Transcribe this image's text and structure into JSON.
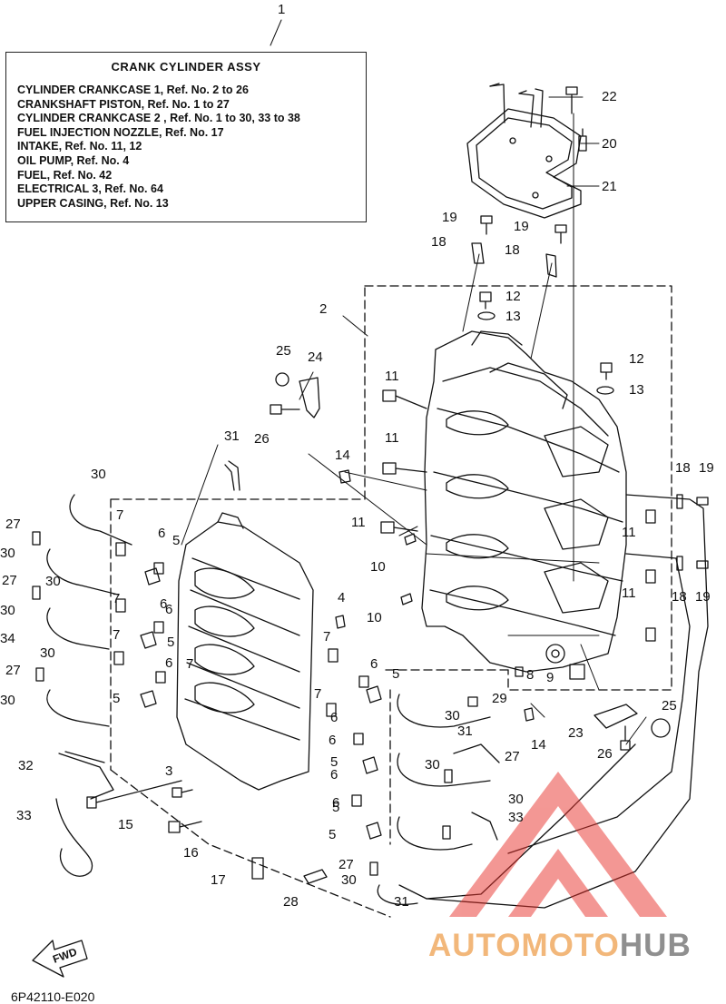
{
  "info_box": {
    "title": "CRANK CYLINDER ASSY",
    "lines": [
      "CYLINDER CRANKCASE 1,   Ref. No. 2 to 26",
      "CRANKSHAFT PISTON,   Ref. No. 1 to 27",
      "CYLINDER CRANKCASE 2 ,  Ref. No. 1 to 30, 33 to 38",
      "FUEL INJECTION NOZZLE,  Ref. No. 17",
      "INTAKE,  Ref. No. 11, 12",
      "OIL PUMP,   Ref. No. 4",
      "FUEL,  Ref. No. 42",
      "ELECTRICAL 3,    Ref. No. 64",
      "UPPER CASING,    Ref. No. 13"
    ]
  },
  "callouts": [
    "1",
    "22",
    "20",
    "21",
    "19",
    "18",
    "19",
    "18",
    "12",
    "13",
    "2",
    "12",
    "13",
    "25",
    "24",
    "11",
    "26",
    "31",
    "11",
    "14",
    "30",
    "18",
    "19",
    "27",
    "11",
    "30",
    "11",
    "10",
    "27",
    "18",
    "19",
    "30",
    "10",
    "30",
    "34",
    "11",
    "30",
    "27",
    "30",
    "9",
    "25",
    "23",
    "26",
    "14",
    "29",
    "31",
    "30",
    "27",
    "30",
    "32",
    "15",
    "33",
    "33",
    "16",
    "17",
    "28",
    "31",
    "30",
    "27",
    "30",
    "7",
    "6",
    "5",
    "7",
    "6",
    "5",
    "7",
    "6",
    "7",
    "6",
    "5",
    "4",
    "7",
    "3",
    "6",
    "5",
    "7",
    "6",
    "5",
    "6",
    "6",
    "5",
    "6",
    "5",
    "8"
  ],
  "footer_code": "6P42110-E020",
  "fwd_label": "FWD",
  "watermark": {
    "part1": "AUTO",
    "part2": "MOTO",
    "part3": "HUB"
  },
  "colors": {
    "ink": "#111111",
    "watermark_red": "#e8312b",
    "watermark_orange": "#f2b77a",
    "watermark_gray": "#8f8f8f"
  }
}
